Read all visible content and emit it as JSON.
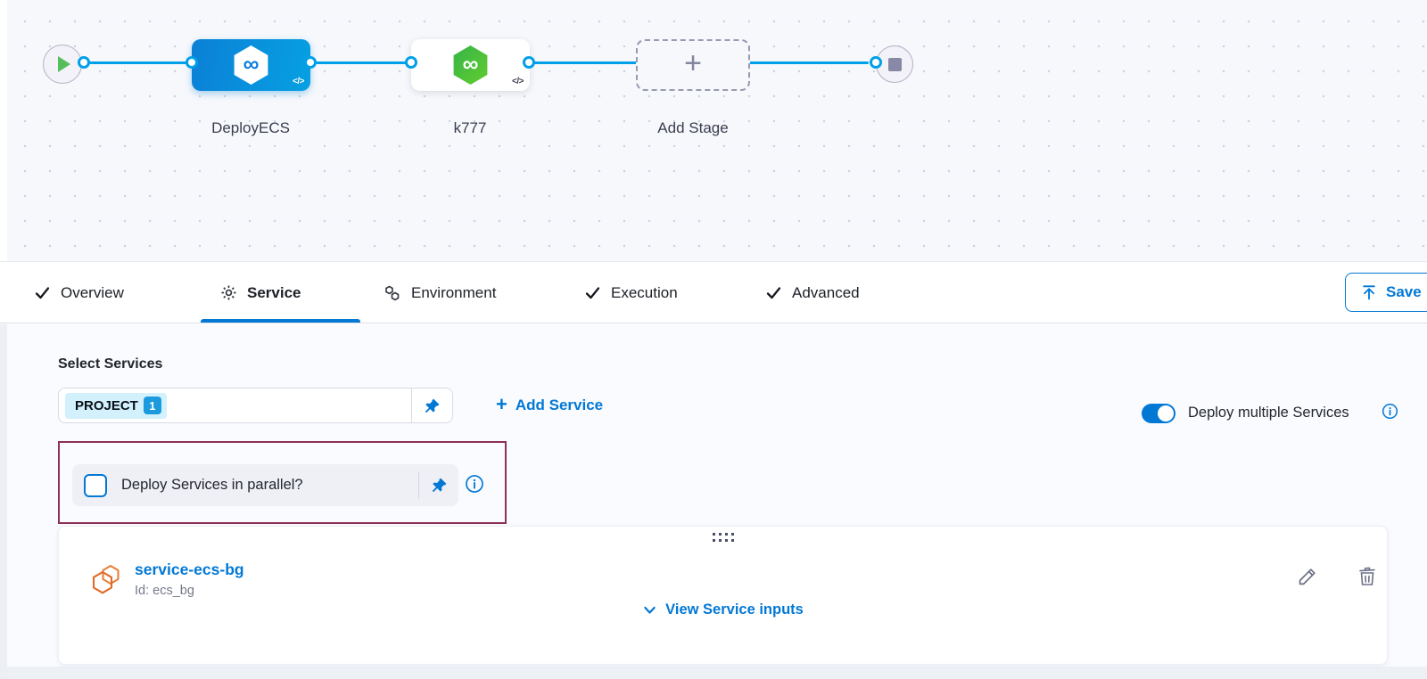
{
  "colors": {
    "accent": "#0278d5",
    "connector_blue": "#00a0e8",
    "highlight_border": "#8d2f56",
    "stage_blue": "#0b80d6",
    "stage_green": "#36b44a",
    "service_icon_orange": "#e0762c"
  },
  "icons": {
    "infinity": "∞",
    "plus": "+"
  },
  "pipeline": {
    "stages": [
      {
        "label": "DeployECS",
        "badge": "</>"
      },
      {
        "label": "k777",
        "badge": "</>"
      },
      {
        "label": "Add Stage"
      }
    ]
  },
  "tabs": {
    "items": [
      {
        "label": "Overview",
        "icon": "check-icon"
      },
      {
        "label": "Service",
        "icon": "gear-icon",
        "active": true
      },
      {
        "label": "Environment",
        "icon": "environment-icon"
      },
      {
        "label": "Execution",
        "icon": "check-icon"
      },
      {
        "label": "Advanced",
        "icon": "check-icon"
      }
    ],
    "save_button_label": "Save"
  },
  "service_section": {
    "select_services_label": "Select Services",
    "selected_chip": {
      "label": "PROJECT",
      "count": "1"
    },
    "add_service_label": "Add Service",
    "deploy_multiple_label": "Deploy multiple Services",
    "deploy_multiple_on": true,
    "parallel_checkbox_label": "Deploy Services in parallel?",
    "parallel_checked": false
  },
  "service_card": {
    "name": "service-ecs-bg",
    "id_label": "Id: ecs_bg",
    "view_inputs_label": "View Service inputs"
  }
}
